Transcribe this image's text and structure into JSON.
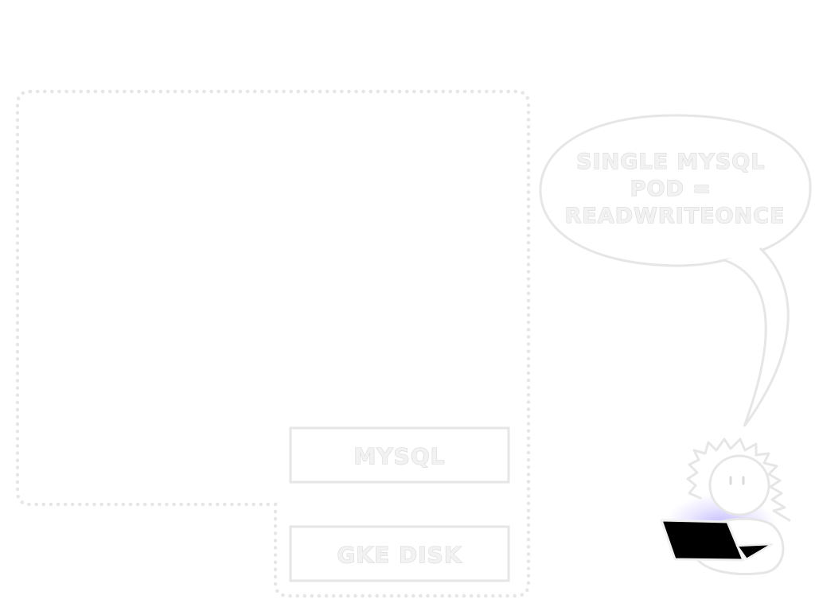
{
  "diagram": {
    "components": {
      "mysql": {
        "label": "MYSQL"
      },
      "gke_disk": {
        "label": "GKE DISK"
      }
    },
    "speech_bubble": {
      "lines": [
        "SINGLE MYSQL",
        "POD =",
        "READWRITEONCE"
      ]
    },
    "colors": {
      "outline": "#e6e6e6",
      "text_fill": "#f2f2f2",
      "text_stroke": "#d6d6d6",
      "laptop": "#000000",
      "glow": "#8c7cff"
    },
    "icons": [
      "stick-figure-icon",
      "laptop-icon"
    ]
  }
}
